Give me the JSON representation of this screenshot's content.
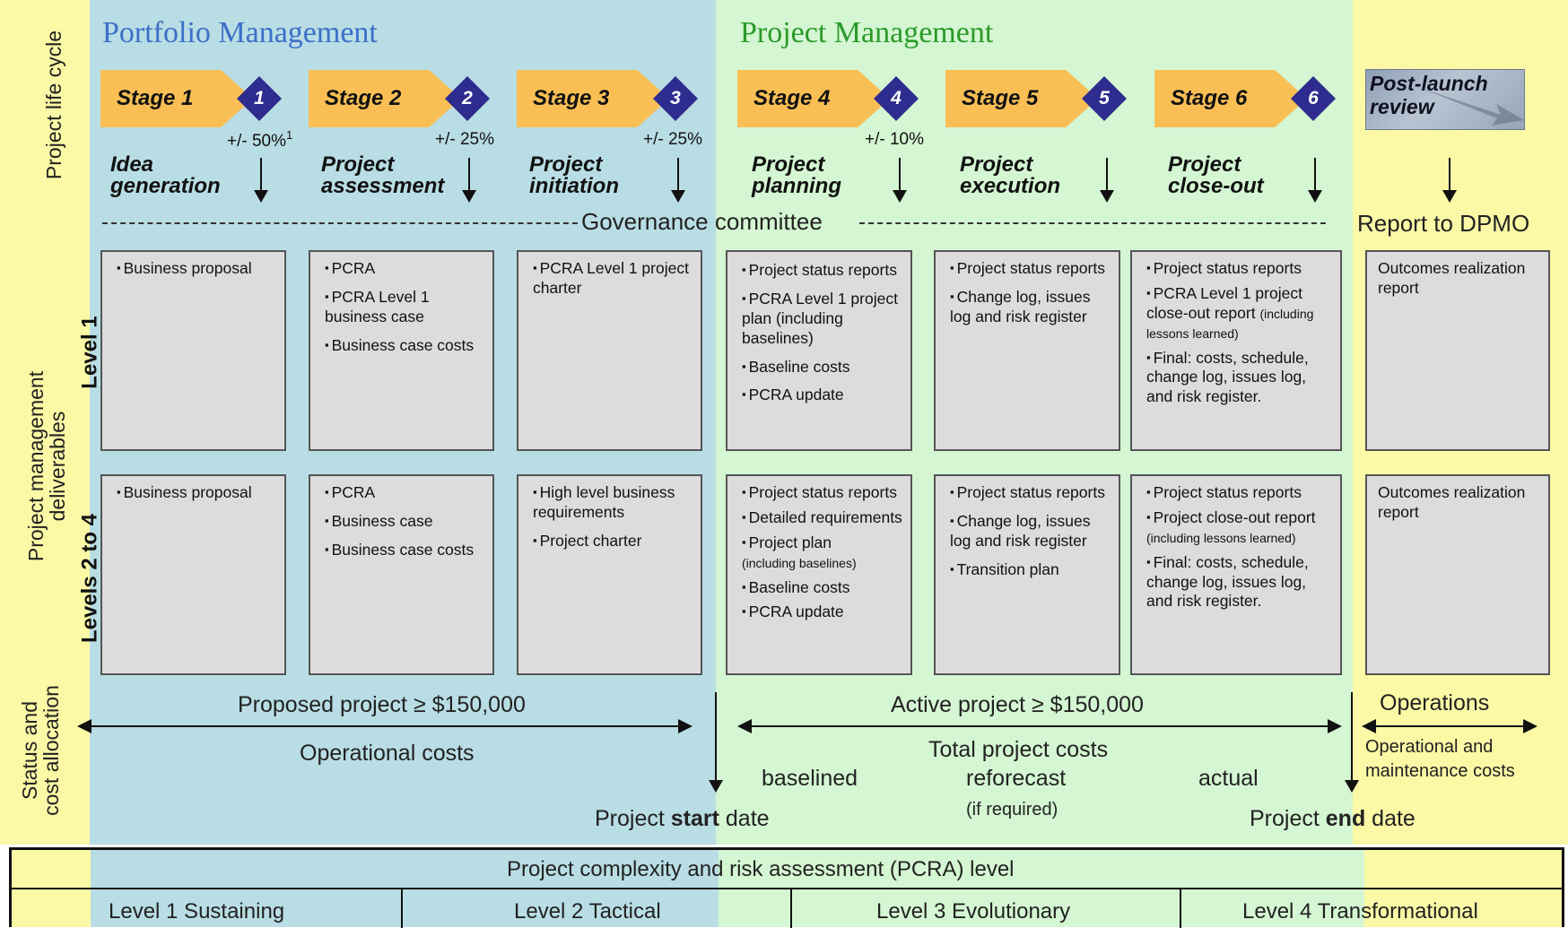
{
  "sections": {
    "portfolio": "Portfolio Management",
    "project": "Project Management"
  },
  "row_labels": {
    "lifecycle": "Project life cycle",
    "deliverables_line1": "Project management",
    "deliverables_line2": "deliverables",
    "level1": "Level 1",
    "levels2to4": "Levels 2 to 4",
    "status_line1": "Status and",
    "status_line2": "cost allocation"
  },
  "stages": [
    {
      "label": "Stage 1",
      "num": "1",
      "pct": "+/- 50%",
      "footnote": "1",
      "phase1": "Idea",
      "phase2": "generation"
    },
    {
      "label": "Stage 2",
      "num": "2",
      "pct": "+/- 25%",
      "phase1": "Project",
      "phase2": "assessment"
    },
    {
      "label": "Stage 3",
      "num": "3",
      "pct": "+/- 25%",
      "phase1": "Project",
      "phase2": "initiation"
    },
    {
      "label": "Stage 4",
      "num": "4",
      "pct": "+/- 10%",
      "phase1": "Project",
      "phase2": "planning"
    },
    {
      "label": "Stage 5",
      "num": "5",
      "phase1": "Project",
      "phase2": "execution"
    },
    {
      "label": "Stage 6",
      "num": "6",
      "phase1": "Project",
      "phase2": "close-out"
    }
  ],
  "post_launch": {
    "line1": "Post-launch",
    "line2": "review"
  },
  "governance": "Governance committee",
  "report_dpmo": "Report to DPMO",
  "level1_boxes": [
    [
      "Business proposal"
    ],
    [
      "PCRA",
      "PCRA Level 1 business case",
      "Business case costs"
    ],
    [
      "PCRA Level 1 project charter"
    ],
    [
      "Project status reports",
      "PCRA Level 1 project plan (including baselines)",
      "Baseline costs",
      "PCRA update"
    ],
    [
      "Project status reports",
      "Change log, issues log and risk register"
    ],
    [
      "Project status reports",
      "PCRA Level 1 project close-out report",
      "Final: costs, schedule, change log, issues log, and risk register."
    ],
    [
      "Outcomes realization report"
    ]
  ],
  "level1_note": "(including lessons learned)",
  "levels24_boxes": [
    [
      "Business proposal"
    ],
    [
      "PCRA",
      "Business case",
      "Business case costs"
    ],
    [
      "High level business requirements",
      "Project charter"
    ],
    [
      "Project status reports",
      "Detailed requirements",
      "Project plan",
      "Baseline costs",
      "PCRA update"
    ],
    [
      "Project status reports",
      "Change log, issues log and risk register",
      "Transition plan"
    ],
    [
      "Project status reports",
      "Project close-out report",
      "Final: costs, schedule, change log, issues log, and risk register."
    ],
    [
      "Outcomes realization report"
    ]
  ],
  "levels24_notes": {
    "plan": "(including baselines)",
    "closeout": "(including lessons learned)"
  },
  "status": {
    "proposed": "Proposed project ≥ $150,000",
    "operational_costs": "Operational costs",
    "active": "Active project ≥ $150,000",
    "total_costs": "Total project costs",
    "baselined": "baselined",
    "reforecast": "reforecast",
    "if_required": "(if required)",
    "actual": "actual",
    "start_pre": "Project ",
    "start_bold": "start",
    "start_post": " date",
    "end_pre": "Project ",
    "end_bold": "end",
    "end_post": " date",
    "operations": "Operations",
    "om_line1": "Operational and",
    "om_line2": "maintenance costs"
  },
  "pcra_table": {
    "header": "Project  complexity and risk assessment (PCRA) level",
    "levels": [
      "Level 1 Sustaining",
      "Level 2 Tactical",
      "Level 3 Evolutionary",
      "Level 4 Transformational"
    ]
  },
  "colors": {
    "portfolio_bg": "#b9dde4",
    "project_bg": "#d4f6d2",
    "side_bg": "#fbf8a6",
    "stage_chevron": "#f9bf55",
    "stage_diamond": "#2e2c8e",
    "portfolio_title": "#3b6fc9",
    "project_title": "#2a9a2a"
  }
}
